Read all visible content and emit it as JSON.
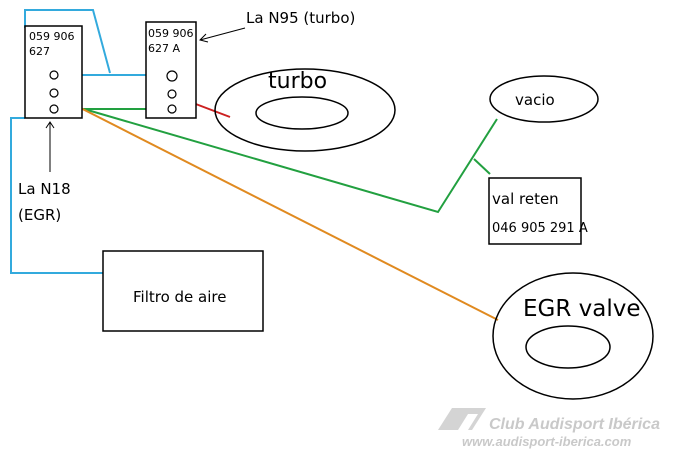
{
  "valves": {
    "n18": {
      "part_line1": "059 906",
      "part_line2": "627",
      "label_line1": "La N18",
      "label_line2": "(EGR)"
    },
    "n95": {
      "part_line1": "059 906",
      "part_line2": "627 A",
      "label": "La N95 (turbo)"
    }
  },
  "components": {
    "turbo": "turbo",
    "vacio": "vacio",
    "val_reten": {
      "name": "val reten",
      "part": "046 905 291 A"
    },
    "filtro": "Filtro de aire",
    "egr_valve": "EGR valve"
  },
  "watermark": {
    "brand": "Club Audisport Ibérica",
    "url": "www.audisport-iberica.com"
  },
  "colors": {
    "blue_line": "#33aadd",
    "green_line": "#22a040",
    "orange_line": "#e08a20",
    "red_line": "#cc2020",
    "outline": "#000000"
  }
}
